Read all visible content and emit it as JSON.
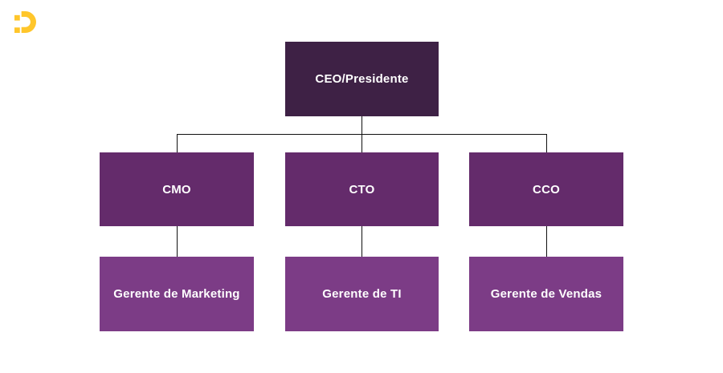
{
  "brand": {
    "logo_icon": "p-logo",
    "logo_color": "#FFC62B"
  },
  "org_chart": {
    "type": "org-tree",
    "text_color": "#FFFFFF",
    "connector_color": "#111111",
    "levels": [
      {
        "color": "#3E2145",
        "nodes": [
          {
            "label": "CEO/Presidente"
          }
        ]
      },
      {
        "color": "#642B6B",
        "nodes": [
          {
            "label": "CMO"
          },
          {
            "label": "CTO"
          },
          {
            "label": "CCO"
          }
        ]
      },
      {
        "color": "#7C3C86",
        "nodes": [
          {
            "label": "Gerente de Marketing"
          },
          {
            "label": "Gerente de TI"
          },
          {
            "label": "Gerente de Vendas"
          }
        ]
      }
    ]
  }
}
